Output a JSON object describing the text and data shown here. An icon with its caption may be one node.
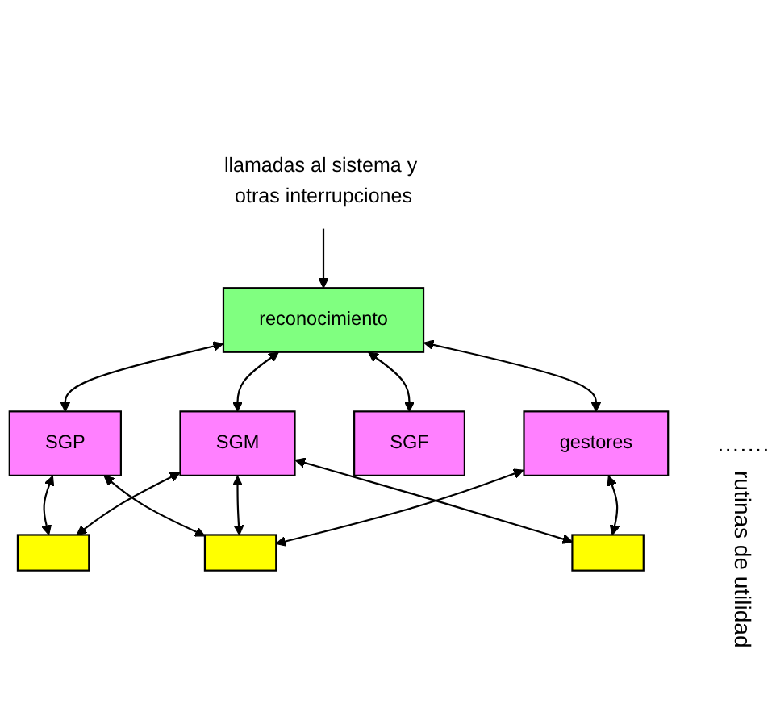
{
  "diagram": {
    "nodes": [
      {
        "text": [
          "llamadas al sistema y otras interrupciones"
        ]
      },
      {
        "text": [
          "reconocimiento"
        ]
      },
      {
        "text": [
          "SGP"
        ]
      },
      {
        "text": [
          "SGM"
        ]
      },
      {
        "text": [
          "SGF"
        ]
      },
      {
        "text": [
          "gestores"
        ]
      },
      {
        "text": [],
        "shape": "box"
      },
      {
        "text": [],
        "shape": "box"
      },
      {
        "text": [],
        "shape": "box"
      }
    ],
    "edges": [
      {
        "from": 0,
        "to": 1,
        "arrow": "to"
      },
      {
        "from": 1,
        "to": 2,
        "arrow": "both"
      },
      {
        "from": 1,
        "to": 3,
        "arrow": "both"
      },
      {
        "from": 1,
        "to": 4,
        "arrow": "both"
      },
      {
        "from": 1,
        "to": 5,
        "arrow": "both"
      },
      {
        "from": 2,
        "to": 6,
        "arrow": "both"
      },
      {
        "from": 2,
        "to": 7,
        "arrow": "both"
      },
      {
        "from": 3,
        "to": 6,
        "arrow": "both"
      },
      {
        "from": 3,
        "to": 7,
        "arrow": "both"
      },
      {
        "from": 3,
        "to": 8,
        "arrow": "both"
      },
      {
        "from": 5,
        "to": 7,
        "arrow": "both"
      },
      {
        "from": 5,
        "to": 8,
        "arrow": "both"
      }
    ],
    "labels": [
      "·······",
      "rutinas de utilidad"
    ]
  }
}
